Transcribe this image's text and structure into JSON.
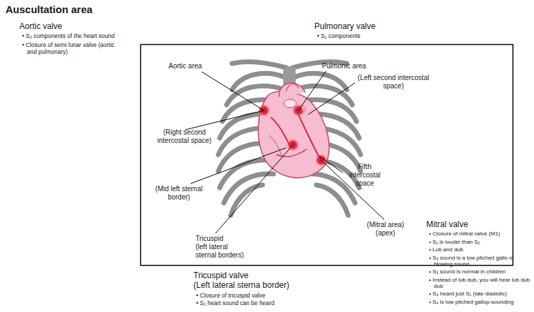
{
  "diagram": {
    "title": "Auscultation area",
    "labels": [
      "Aortic valve",
      "• S₂ components of the heart sound",
      "• Closure of semi lunar valve (aortic and pulmonary)",
      "Pulmonary valve",
      "• S₁ components",
      "Aortic area",
      "Pulmonic area",
      "(Left second intercostal space)",
      "(Right second intercostal space)",
      "Fifth intercostal space",
      "(Mid left sternal border)",
      "Tricuspid",
      "(left lateral sternal borders)",
      "(Mitral area) (apex)",
      "Mitral valve",
      "• Closure of mitral valve (M1)",
      "• S₁ is louder than S₂",
      "• Lub and dub",
      "• S₃ sound is a low pitched gallo or blowing sound",
      "• S₃ sound is normal in children",
      "• Instead of lub dub, you will hear lub dub dub",
      "• S₄ heard just S₁ (late diastolic)",
      "• S₄ is low pitched gallop-sounding",
      "Tricuspid valve",
      "(Left lateral sterna border)",
      "• Closure of tricuspid valve",
      "• S₁ heart sound can be heard"
    ]
  }
}
